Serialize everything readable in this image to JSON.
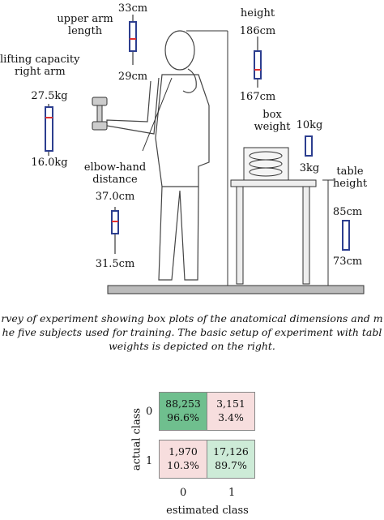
{
  "figure": {
    "upper_arm": {
      "title_1": "upper arm",
      "title_2": "length",
      "top": "33cm",
      "bottom": "29cm"
    },
    "height": {
      "title": "height",
      "top": "186cm",
      "bottom": "167cm"
    },
    "lifting": {
      "title_1": "lifting capacity",
      "title_2": "right arm",
      "top": "27.5kg",
      "bottom": "16.0kg"
    },
    "box_weight": {
      "title_1": "box",
      "title_2": "weight",
      "top": "10kg",
      "bottom": "3kg"
    },
    "elbow_hand": {
      "title_1": "elbow-hand",
      "title_2": "distance",
      "top": "37.0cm",
      "bottom": "31.5cm"
    },
    "table_height": {
      "title_1": "table",
      "title_2": "height",
      "top": "85cm",
      "bottom": "73cm"
    },
    "caption_line_1": "rvey of experiment showing box plots of the anatomical dimensions and m",
    "caption_line_2": "he five subjects used for training. The basic setup of experiment with tabl",
    "caption_line_3": "weights is depicted on the right."
  },
  "confusion_matrix": {
    "cells": [
      {
        "count": "88,253",
        "pct": "96.6%",
        "color": "#6fbf8e"
      },
      {
        "count": "3,151",
        "pct": "3.4%",
        "color": "#f7dede"
      },
      {
        "count": "1,970",
        "pct": "10.3%",
        "color": "#f7dede"
      },
      {
        "count": "17,126",
        "pct": "89.7%",
        "color": "#cdebd7"
      }
    ],
    "row_labels": [
      "0",
      "1"
    ],
    "col_labels": [
      "0",
      "1"
    ],
    "ylabel": "actual class",
    "xlabel": "estimated class"
  },
  "colors": {
    "box_fill": "#ffffff",
    "box_stroke": "#2c3e8f",
    "median": "#e03030"
  }
}
